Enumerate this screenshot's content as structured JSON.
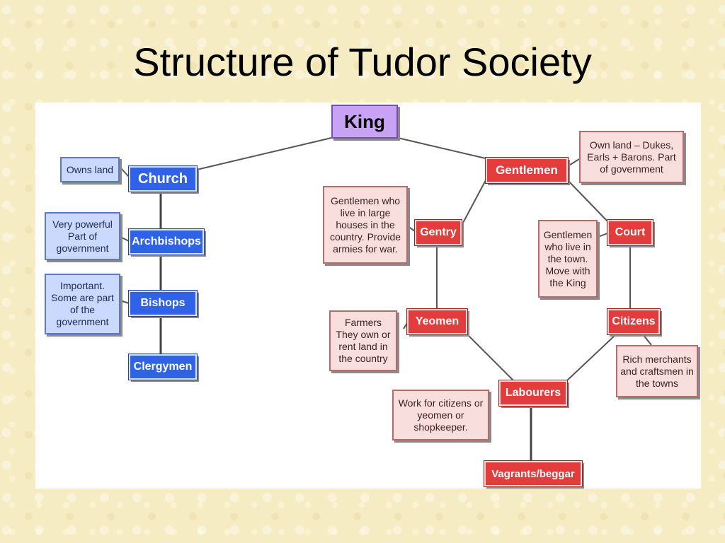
{
  "title": "Structure of Tudor Society",
  "nodes": {
    "king": "King",
    "church": "Church",
    "archbishops": "Archbishops",
    "bishops": "Bishops",
    "clergymen": "Clergymen",
    "gentlemen": "Gentlemen",
    "gentry": "Gentry",
    "court": "Court",
    "yeomen": "Yeomen",
    "citizens": "Citizens",
    "labourers": "Labourers",
    "vagrants": "Vagrants/beggar"
  },
  "notes": {
    "church": "Owns land",
    "archbishops": "Very powerful Part of government",
    "bishops": "Important. Some are part of the government",
    "gentlemen": "Own land – Dukes, Earls + Barons. Part of government",
    "gentry": "Gentlemen who live in large houses in the country. Provide armies for war.",
    "court": "Gentlemen who live in the town. Move with the King",
    "yeomen": "Farmers They own or rent land in the country",
    "citizens": "Rich merchants and craftsmen in the towns",
    "labourers": "Work for citizens or yeomen or shopkeeper."
  },
  "colors": {
    "church_branch": "#2f62e6",
    "gentlemen_branch": "#e23c3c",
    "king": "#c9a3f3",
    "background": "#f6ecc4"
  }
}
